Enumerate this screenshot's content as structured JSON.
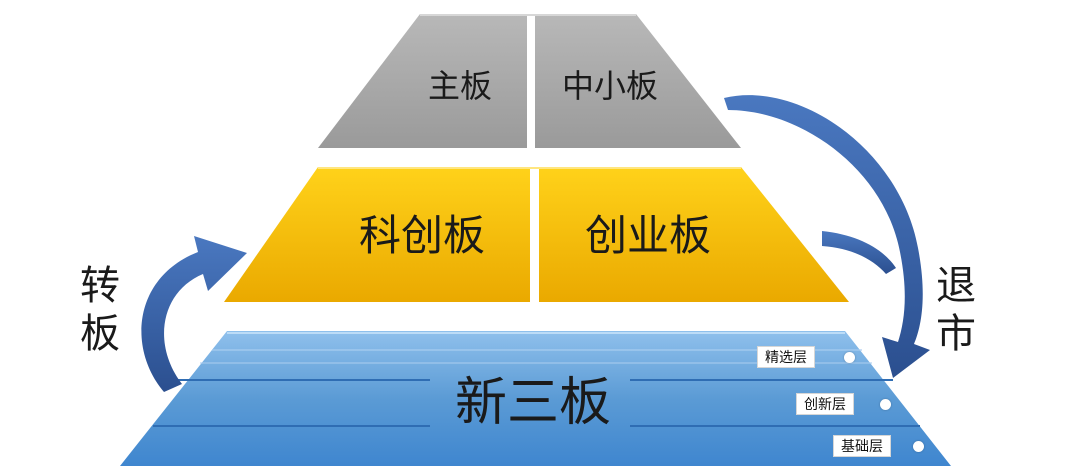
{
  "tiers": {
    "top": {
      "left_label": "主板",
      "right_label": "中小板",
      "color": "#a9a9a9"
    },
    "middle": {
      "left_label": "科创板",
      "right_label": "创业板",
      "color": "#f5c20f"
    },
    "bottom": {
      "label": "新三板",
      "color": "#5b9bd5",
      "sub_tiers": [
        "精选层",
        "创新层",
        "基础层"
      ]
    }
  },
  "arrows": {
    "left_label_chars": [
      "转",
      "板"
    ],
    "right_label_chars": [
      "退",
      "市"
    ],
    "color": "#2f5597"
  }
}
